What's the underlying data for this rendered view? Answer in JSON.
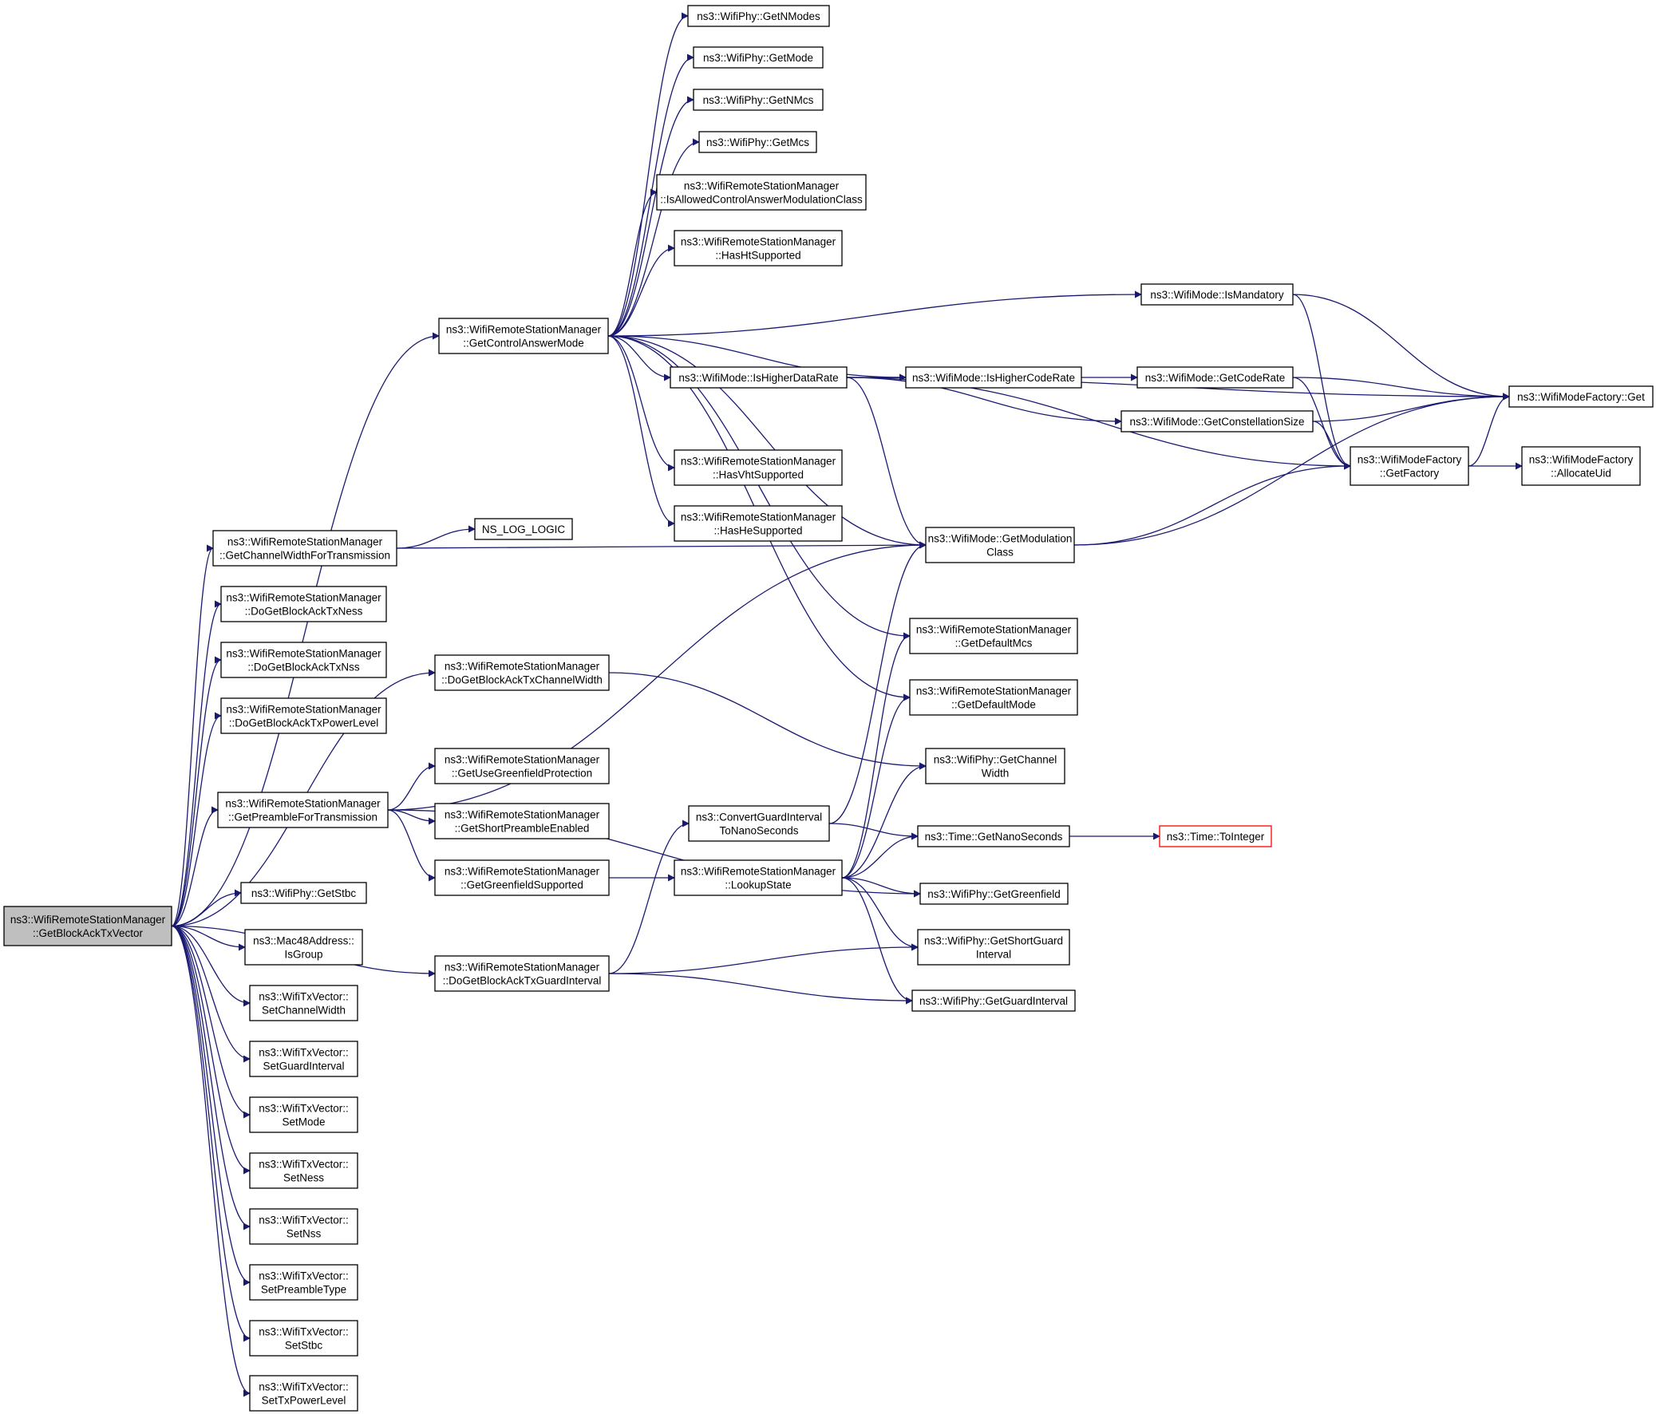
{
  "graph": {
    "title": "",
    "colors": {
      "edge": "#191970",
      "node_border": "#000000",
      "root_fill": "#bfbfbf",
      "external_border": "#ff0000"
    },
    "nodes": [
      {
        "id": "root",
        "lines": [
          "ns3::WifiRemoteStationManager",
          "::GetBlockAckTxVector"
        ],
        "role": "root"
      },
      {
        "id": "getnmodes",
        "lines": [
          "ns3::WifiPhy::GetNModes"
        ]
      },
      {
        "id": "getmode",
        "lines": [
          "ns3::WifiPhy::GetMode"
        ]
      },
      {
        "id": "getnmcs",
        "lines": [
          "ns3::WifiPhy::GetNMcs"
        ]
      },
      {
        "id": "getmcs",
        "lines": [
          "ns3::WifiPhy::GetMcs"
        ]
      },
      {
        "id": "isallowed",
        "lines": [
          "ns3::WifiRemoteStationManager",
          "::IsAllowedControlAnswerModulationClass"
        ]
      },
      {
        "id": "hasht",
        "lines": [
          "ns3::WifiRemoteStationManager",
          "::HasHtSupported"
        ]
      },
      {
        "id": "getcontrol",
        "lines": [
          "ns3::WifiRemoteStationManager",
          "::GetControlAnswerMode"
        ]
      },
      {
        "id": "ismandatory",
        "lines": [
          "ns3::WifiMode::IsMandatory"
        ]
      },
      {
        "id": "ishigherdata",
        "lines": [
          "ns3::WifiMode::IsHigherDataRate"
        ]
      },
      {
        "id": "ishighercode",
        "lines": [
          "ns3::WifiMode::IsHigherCodeRate"
        ]
      },
      {
        "id": "getcoderate",
        "lines": [
          "ns3::WifiMode::GetCodeRate"
        ]
      },
      {
        "id": "factoryget",
        "lines": [
          "ns3::WifiModeFactory::Get"
        ]
      },
      {
        "id": "getconst",
        "lines": [
          "ns3::WifiMode::GetConstellationSize"
        ]
      },
      {
        "id": "getfactory",
        "lines": [
          "ns3::WifiModeFactory",
          "::GetFactory"
        ]
      },
      {
        "id": "allocuid",
        "lines": [
          "ns3::WifiModeFactory",
          "::AllocateUid"
        ]
      },
      {
        "id": "hasvht",
        "lines": [
          "ns3::WifiRemoteStationManager",
          "::HasVhtSupported"
        ]
      },
      {
        "id": "hashe",
        "lines": [
          "ns3::WifiRemoteStationManager",
          "::HasHeSupported"
        ]
      },
      {
        "id": "getchwidth",
        "lines": [
          "ns3::WifiRemoteStationManager",
          "::GetChannelWidthForTransmission"
        ]
      },
      {
        "id": "nslog",
        "lines": [
          "NS_LOG_LOGIC"
        ]
      },
      {
        "id": "getmodclass",
        "lines": [
          "ns3::WifiMode::GetModulation",
          "Class"
        ]
      },
      {
        "id": "doness",
        "lines": [
          "ns3::WifiRemoteStationManager",
          "::DoGetBlockAckTxNess"
        ]
      },
      {
        "id": "donss",
        "lines": [
          "ns3::WifiRemoteStationManager",
          "::DoGetBlockAckTxNss"
        ]
      },
      {
        "id": "dochwidth",
        "lines": [
          "ns3::WifiRemoteStationManager",
          "::DoGetBlockAckTxChannelWidth"
        ]
      },
      {
        "id": "getdefmcs",
        "lines": [
          "ns3::WifiRemoteStationManager",
          "::GetDefaultMcs"
        ]
      },
      {
        "id": "dopower",
        "lines": [
          "ns3::WifiRemoteStationManager",
          "::DoGetBlockAckTxPowerLevel"
        ]
      },
      {
        "id": "getdefmode",
        "lines": [
          "ns3::WifiRemoteStationManager",
          "::GetDefaultMode"
        ]
      },
      {
        "id": "phychwidth",
        "lines": [
          "ns3::WifiPhy::GetChannel",
          "Width"
        ]
      },
      {
        "id": "usegreen",
        "lines": [
          "ns3::WifiRemoteStationManager",
          "::GetUseGreenfieldProtection"
        ]
      },
      {
        "id": "getpreamble",
        "lines": [
          "ns3::WifiRemoteStationManager",
          "::GetPreambleForTransmission"
        ]
      },
      {
        "id": "convgi",
        "lines": [
          "ns3::ConvertGuardInterval",
          "ToNanoSeconds"
        ]
      },
      {
        "id": "shortpre",
        "lines": [
          "ns3::WifiRemoteStationManager",
          "::GetShortPreambleEnabled"
        ]
      },
      {
        "id": "getnano",
        "lines": [
          "ns3::Time::GetNanoSeconds"
        ]
      },
      {
        "id": "toint",
        "lines": [
          "ns3::Time::ToInteger"
        ],
        "role": "external"
      },
      {
        "id": "greensupp",
        "lines": [
          "ns3::WifiRemoteStationManager",
          "::GetGreenfieldSupported"
        ]
      },
      {
        "id": "lookup",
        "lines": [
          "ns3::WifiRemoteStationManager",
          "::LookupState"
        ]
      },
      {
        "id": "getstbc",
        "lines": [
          "ns3::WifiPhy::GetStbc"
        ]
      },
      {
        "id": "physgreen",
        "lines": [
          "ns3::WifiPhy::GetGreenfield"
        ]
      },
      {
        "id": "isgroup",
        "lines": [
          "ns3::Mac48Address::",
          "IsGroup"
        ]
      },
      {
        "id": "doguard",
        "lines": [
          "ns3::WifiRemoteStationManager",
          "::DoGetBlockAckTxGuardInterval"
        ]
      },
      {
        "id": "shortgi",
        "lines": [
          "ns3::WifiPhy::GetShortGuard",
          "Interval"
        ]
      },
      {
        "id": "phygi",
        "lines": [
          "ns3::WifiPhy::GetGuardInterval"
        ]
      },
      {
        "id": "setchw",
        "lines": [
          "ns3::WifiTxVector::",
          "SetChannelWidth"
        ]
      },
      {
        "id": "setgi",
        "lines": [
          "ns3::WifiTxVector::",
          "SetGuardInterval"
        ]
      },
      {
        "id": "setmode",
        "lines": [
          "ns3::WifiTxVector::",
          "SetMode"
        ]
      },
      {
        "id": "setness",
        "lines": [
          "ns3::WifiTxVector::",
          "SetNess"
        ]
      },
      {
        "id": "setnss",
        "lines": [
          "ns3::WifiTxVector::",
          "SetNss"
        ]
      },
      {
        "id": "setpre",
        "lines": [
          "ns3::WifiTxVector::",
          "SetPreambleType"
        ]
      },
      {
        "id": "setstbc",
        "lines": [
          "ns3::WifiTxVector::",
          "SetStbc"
        ]
      },
      {
        "id": "setpower",
        "lines": [
          "ns3::WifiTxVector::",
          "SetTxPowerLevel"
        ]
      }
    ],
    "edges": [
      [
        "root",
        "getcontrol"
      ],
      [
        "root",
        "getchwidth"
      ],
      [
        "root",
        "doness"
      ],
      [
        "root",
        "donss"
      ],
      [
        "root",
        "dopower"
      ],
      [
        "root",
        "dochwidth"
      ],
      [
        "root",
        "getpreamble"
      ],
      [
        "root",
        "doguard"
      ],
      [
        "root",
        "getstbc"
      ],
      [
        "root",
        "isgroup"
      ],
      [
        "root",
        "setchw"
      ],
      [
        "root",
        "setgi"
      ],
      [
        "root",
        "setmode"
      ],
      [
        "root",
        "setness"
      ],
      [
        "root",
        "setnss"
      ],
      [
        "root",
        "setpre"
      ],
      [
        "root",
        "setstbc"
      ],
      [
        "root",
        "setpower"
      ],
      [
        "getcontrol",
        "getnmodes"
      ],
      [
        "getcontrol",
        "getmode"
      ],
      [
        "getcontrol",
        "getnmcs"
      ],
      [
        "getcontrol",
        "getmcs"
      ],
      [
        "getcontrol",
        "isallowed"
      ],
      [
        "getcontrol",
        "hasht"
      ],
      [
        "getcontrol",
        "ismandatory"
      ],
      [
        "getcontrol",
        "ishighercode"
      ],
      [
        "getcontrol",
        "ishigherdata"
      ],
      [
        "getcontrol",
        "getmodclass"
      ],
      [
        "getcontrol",
        "hasvht"
      ],
      [
        "getcontrol",
        "hashe"
      ],
      [
        "getcontrol",
        "getdefmcs"
      ],
      [
        "getcontrol",
        "getdefmode"
      ],
      [
        "ishigherdata",
        "ishighercode"
      ],
      [
        "ishigherdata",
        "factoryget"
      ],
      [
        "ishigherdata",
        "getconst"
      ],
      [
        "ishigherdata",
        "getfactory"
      ],
      [
        "ishigherdata",
        "getmodclass"
      ],
      [
        "ishighercode",
        "getcoderate"
      ],
      [
        "getcoderate",
        "factoryget"
      ],
      [
        "getcoderate",
        "getfactory"
      ],
      [
        "ismandatory",
        "factoryget"
      ],
      [
        "ismandatory",
        "getfactory"
      ],
      [
        "getconst",
        "factoryget"
      ],
      [
        "getconst",
        "getfactory"
      ],
      [
        "getfactory",
        "factoryget"
      ],
      [
        "getfactory",
        "allocuid"
      ],
      [
        "getmodclass",
        "getfactory"
      ],
      [
        "getmodclass",
        "factoryget"
      ],
      [
        "getchwidth",
        "nslog"
      ],
      [
        "getchwidth",
        "getmodclass"
      ],
      [
        "dochwidth",
        "phychwidth"
      ],
      [
        "getpreamble",
        "getmodclass"
      ],
      [
        "getpreamble",
        "usegreen"
      ],
      [
        "getpreamble",
        "shortpre"
      ],
      [
        "getpreamble",
        "greensupp"
      ],
      [
        "getpreamble",
        "physgreen"
      ],
      [
        "greensupp",
        "lookup"
      ],
      [
        "convgi",
        "getmodclass"
      ],
      [
        "convgi",
        "getnano"
      ],
      [
        "lookup",
        "getdefmcs"
      ],
      [
        "lookup",
        "getdefmode"
      ],
      [
        "lookup",
        "phychwidth"
      ],
      [
        "lookup",
        "getnano"
      ],
      [
        "lookup",
        "physgreen"
      ],
      [
        "lookup",
        "shortgi"
      ],
      [
        "lookup",
        "phygi"
      ],
      [
        "getnano",
        "toint"
      ],
      [
        "doguard",
        "convgi"
      ],
      [
        "doguard",
        "shortgi"
      ],
      [
        "doguard",
        "phygi"
      ]
    ]
  }
}
